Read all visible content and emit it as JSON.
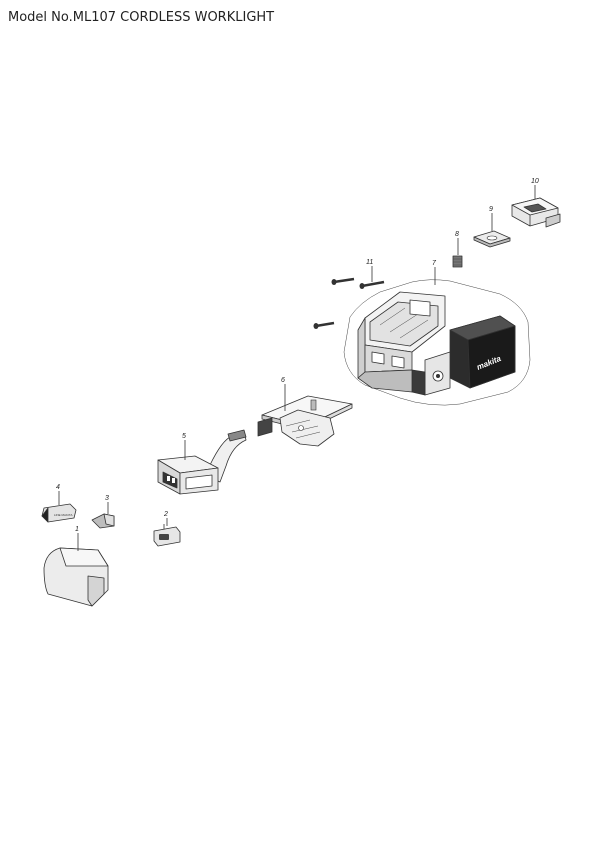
{
  "page": {
    "title": "Model No.ML107 CORDLESS WORKLIGHT"
  },
  "callouts": [
    "1",
    "2",
    "3",
    "4",
    "5",
    "6",
    "7",
    "8",
    "9",
    "10",
    "11"
  ],
  "part_labels": {
    "battery_logo": "makita",
    "switch_cap_text": "LINE MAKITA"
  }
}
